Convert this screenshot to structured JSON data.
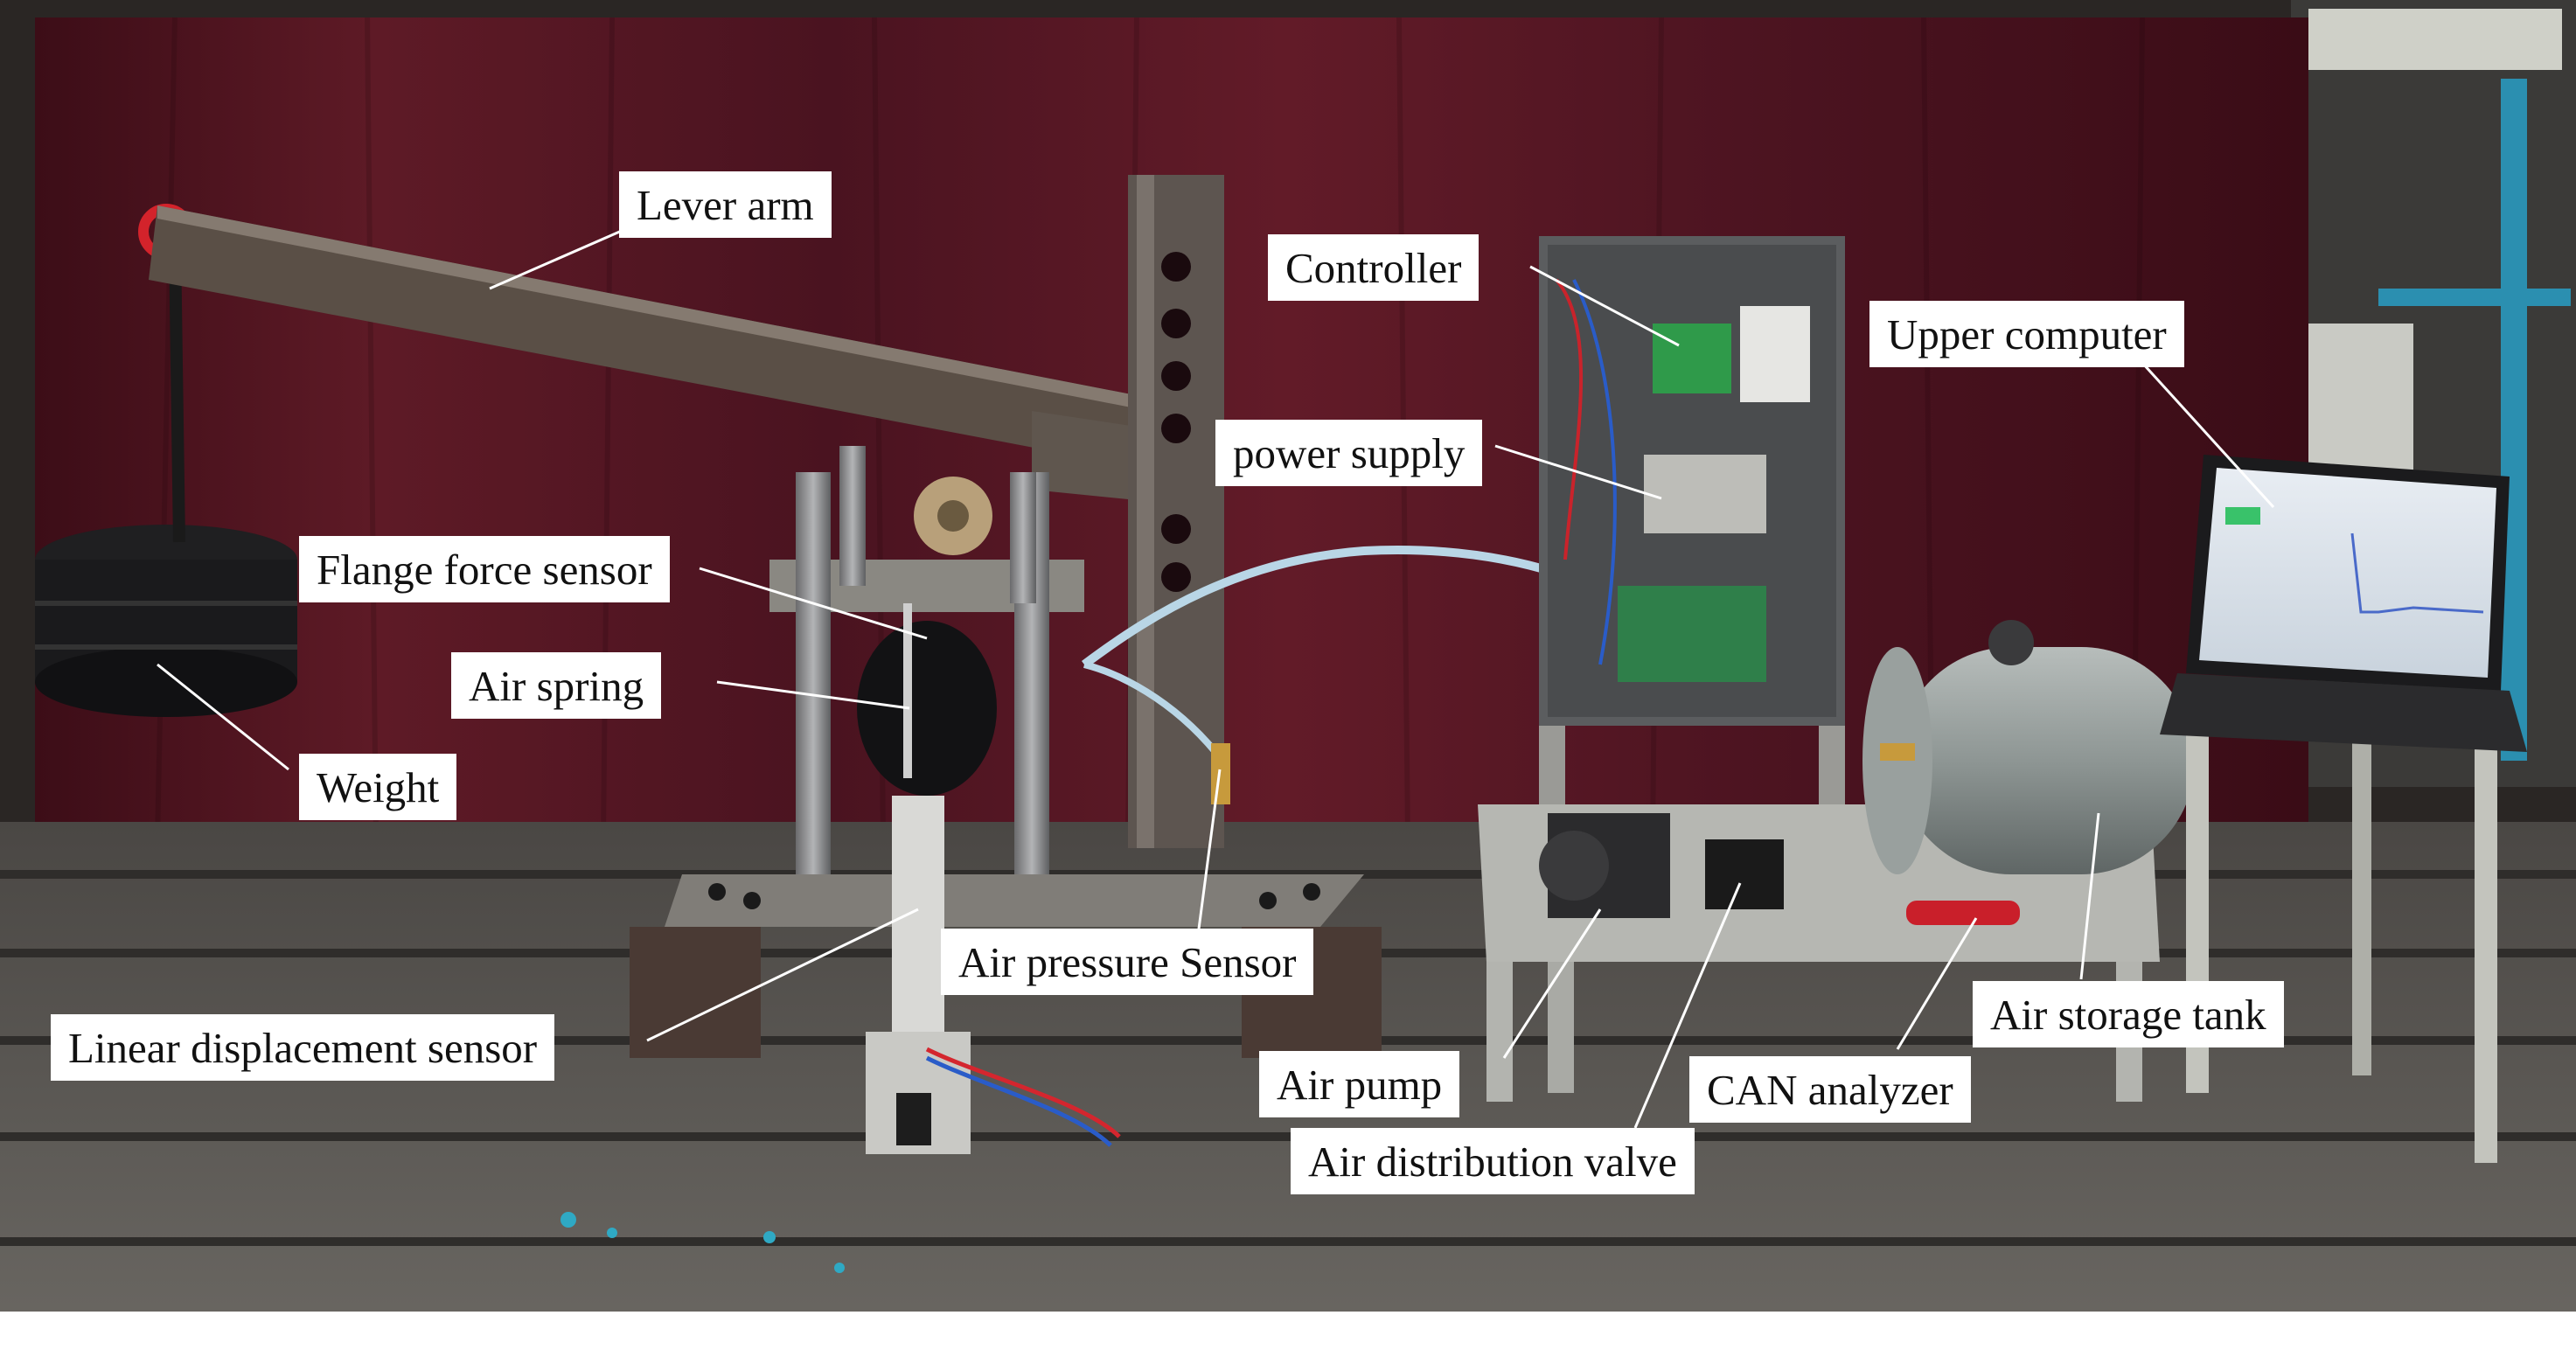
{
  "figure": {
    "description_colors": {
      "curtain": "#5a1722",
      "floor": "#5d5a55",
      "frame_steel": "#6a5f55",
      "tank": "#8e9694",
      "label_background": "#ffffff",
      "label_text": "#111111",
      "leader_line": "#ffffff"
    },
    "labels": {
      "lever_arm": "Lever arm",
      "controller": "Controller",
      "upper_computer": "Upper computer",
      "power_supply": "power supply",
      "flange_force_sensor": "Flange force sensor",
      "air_spring": "Air spring",
      "weight": "Weight",
      "air_pressure_sensor": "Air pressure Sensor",
      "linear_displacement_sensor": "Linear displacement sensor",
      "air_storage_tank": "Air storage tank",
      "air_pump": "Air pump",
      "can_analyzer": "CAN analyzer",
      "air_distribution_valve": "Air distribution valve"
    }
  }
}
